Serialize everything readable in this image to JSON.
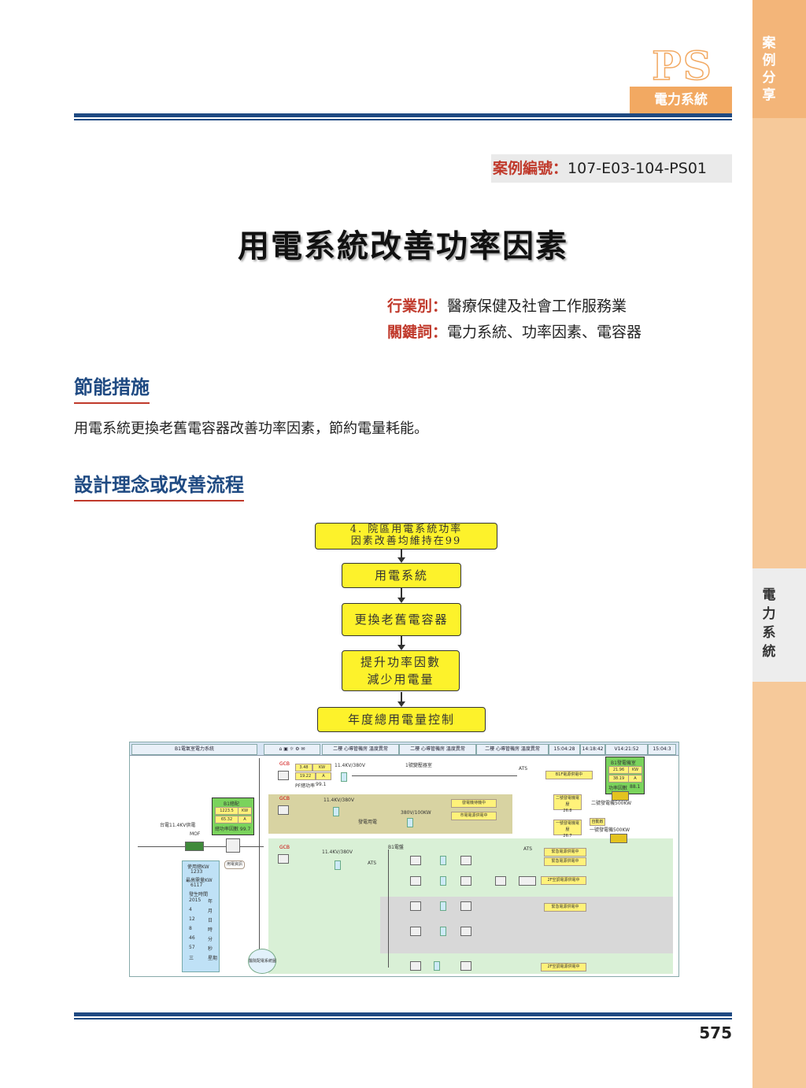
{
  "header": {
    "logo_text": "PS",
    "category_label": "電力系統",
    "side_tab_top": "案例分享",
    "side_tab_mid": "電力系統"
  },
  "case": {
    "key": "案例編號：",
    "number": "107-E03-104-PS01"
  },
  "title": "用電系統改善功率因素",
  "meta": {
    "industry_key": "行業別：",
    "industry": "醫療保健及社會工作服務業",
    "keywords_key": "關鍵詞：",
    "keywords": "電力系統、功率因素、電容器"
  },
  "sections": {
    "measures_title": "節能措施",
    "measures_text": "用電系統更換老舊電容器改善功率因素，節約電量耗能。",
    "design_title": "設計理念或改善流程"
  },
  "flowchart": {
    "box1_line1": "4. 院區用電系統功率",
    "box1_line2": "因素改善均維持在99",
    "box2": "用電系統",
    "box3": "更換老舊電容器",
    "box4_line1": "提升功率因數",
    "box4_line2": "減少用電量",
    "box5": "年度總用電量控制"
  },
  "scada": {
    "window_title": "B1電氣室電力系統",
    "tabs": [
      "二樓 心導管機房 溫度異常",
      "二樓 心導管機房 溫度異常",
      "二樓 心導管機房 溫度異常"
    ],
    "time1": "15:04:28",
    "time2": "14:18:42",
    "time3": "V14:21:52",
    "time4": "15:04:3",
    "gcb1": "GCB",
    "gcb1_val": "3.48",
    "gcb1_unit": "KW",
    "gcb1_v2": "19.22",
    "gcb1_u2": "A",
    "gcb1_pf_label": "PF總功率",
    "gcb1_pf": "99.1",
    "v1": "11.4KV/380V",
    "v1_label": "1號變壓器室",
    "gcb2": "GCB",
    "v2": "11.4KV/380V",
    "v2_label": "發電用電",
    "v2_cap": "380V/100KW",
    "b1_main": "B1總配",
    "b1_main_kw": "1223.5",
    "b1_main_kw_u": "KW",
    "b1_main_a": "65.32",
    "b1_main_a_u": "A",
    "b1_main_pf": "總功率因數 99.7",
    "grid_in": "台電11.4KV供電",
    "mof": "MOF",
    "gcb3": "GCB",
    "v3": "11.4KV/380V",
    "b1_dist": "B1電盤",
    "emergency_b": "緊急電源供電中",
    "standby": "發電機待機中",
    "normal_feed": "市電電源供電中",
    "ats": "ATS",
    "b1_supply": "B1F電源供電中",
    "gen_panel_title": "B1發電機室",
    "gen_kw": "21.96",
    "gen_kw_u": "KW",
    "gen_a": "38.19",
    "gen_a_u": "A",
    "gen_pf_label": "功率因數",
    "gen_pf": "88.1",
    "gen2_label": "二號發電機500KW",
    "gen2_reading_label": "二號發電機電壓",
    "gen2_reading": "26.8",
    "gen1_label": "一號發電機500KW",
    "gen1_reading_label": "一號發電機電壓",
    "gen1_reading": "26.7",
    "gen1_state": "自動啟",
    "dist_rows": [
      "緊急電源供電中",
      "緊急電源供電中",
      "2F空調電源供電中",
      "緊急電源供電中",
      "2F空調電源供電中"
    ],
    "left_info": {
      "label1": "使用總KW",
      "val1": "1233",
      "label2": "最高需量KW",
      "val2": "6117",
      "label3": "發生時間",
      "rows": [
        [
          "2015",
          "年"
        ],
        [
          "4",
          "月"
        ],
        [
          "12",
          "日"
        ],
        [
          "8",
          "時"
        ],
        [
          "46",
          "分"
        ],
        [
          "57",
          "秒"
        ],
        [
          "三",
          "星期"
        ]
      ]
    },
    "btn_detail": "用電資訊",
    "btn_round": "醫院配電系統圖"
  },
  "footer": {
    "page_number": "575"
  }
}
